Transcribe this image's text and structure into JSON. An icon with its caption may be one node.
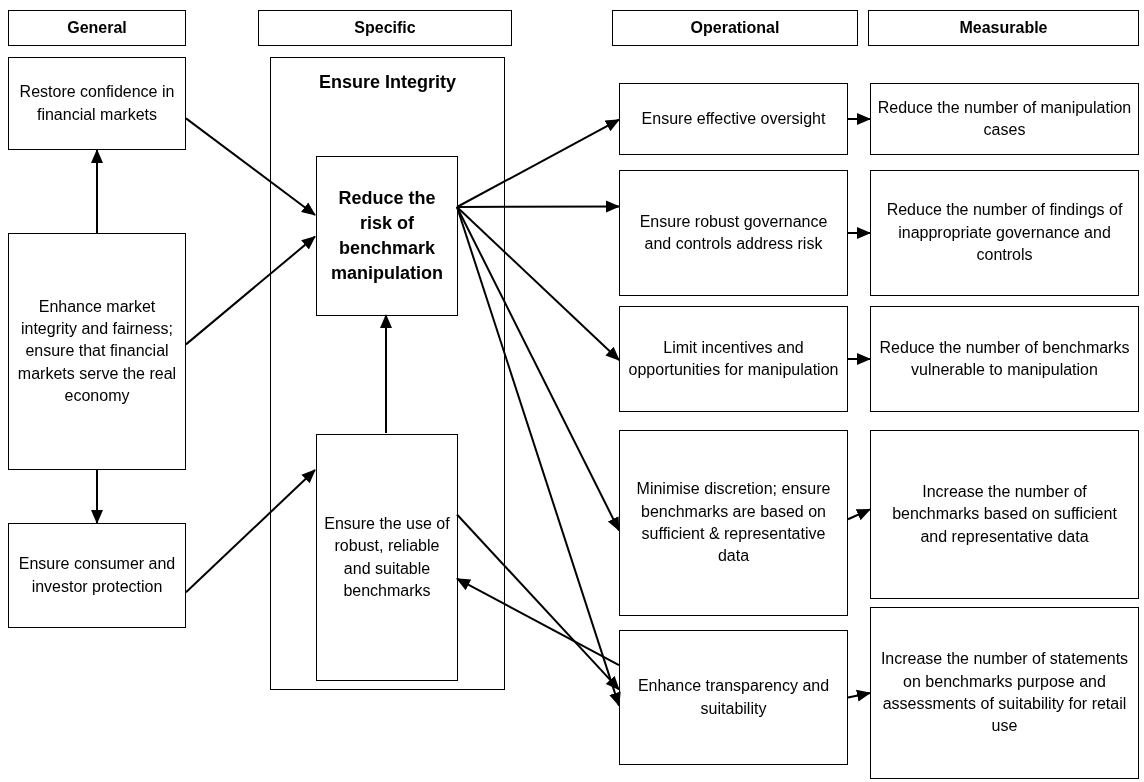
{
  "diagram": {
    "nodes": [
      {
        "text": [
          "General"
        ]
      },
      {
        "text": [
          "Specific"
        ]
      },
      {
        "text": [
          "Operational"
        ]
      },
      {
        "text": [
          "Measurable"
        ]
      },
      {
        "text": [
          "Restore confidence in financial markets"
        ]
      },
      {
        "text": [
          "Enhance market integrity and fairness; ensure that financial markets serve the real economy"
        ]
      },
      {
        "text": [
          "Ensure consumer and investor protection"
        ]
      },
      {
        "text": [
          "Ensure Integrity"
        ]
      },
      {
        "text": [
          "Reduce the risk of benchmark manipulation"
        ],
        "in": 7
      },
      {
        "text": [
          "Ensure the use of robust, reliable and suitable benchmarks"
        ],
        "in": 7
      },
      {
        "text": [
          "Ensure effective oversight"
        ]
      },
      {
        "text": [
          "Ensure robust governance and controls address risk"
        ]
      },
      {
        "text": [
          "Limit incentives and opportunities for manipulation"
        ]
      },
      {
        "text": [
          "Minimise discretion; ensure benchmarks are based on sufficient & representative data"
        ]
      },
      {
        "text": [
          "Enhance transparency and suitability"
        ]
      },
      {
        "text": [
          "Reduce the number of manipulation cases"
        ]
      },
      {
        "text": [
          "Reduce the number of findings of inappropriate governance and controls"
        ]
      },
      {
        "text": [
          "Reduce the number of benchmarks vulnerable to manipulation"
        ]
      },
      {
        "text": [
          "Increase the number of benchmarks based on sufficient and representative data"
        ]
      },
      {
        "text": [
          "Increase the number of statements on benchmarks purpose and assessments of suitability for retail use"
        ]
      }
    ],
    "edges": [
      {
        "from": 5,
        "to": 4,
        "arrow": "to"
      },
      {
        "from": 5,
        "to": 6,
        "arrow": "to"
      },
      {
        "from": 4,
        "to": 8,
        "arrow": "to"
      },
      {
        "from": 5,
        "to": 8,
        "arrow": "to"
      },
      {
        "from": 6,
        "to": 9,
        "arrow": "to"
      },
      {
        "from": 9,
        "to": 8,
        "arrow": "to"
      },
      {
        "from": 8,
        "to": 10,
        "arrow": "to"
      },
      {
        "from": 8,
        "to": 11,
        "arrow": "to"
      },
      {
        "from": 8,
        "to": 12,
        "arrow": "to"
      },
      {
        "from": 8,
        "to": 13,
        "arrow": "to"
      },
      {
        "from": 8,
        "to": 14,
        "arrow": "to"
      },
      {
        "from": 9,
        "to": 14,
        "arrow": "to"
      },
      {
        "from": 14,
        "to": 9,
        "arrow": "to"
      },
      {
        "from": 10,
        "to": 15,
        "arrow": "to"
      },
      {
        "from": 11,
        "to": 16,
        "arrow": "to"
      },
      {
        "from": 12,
        "to": 17,
        "arrow": "to"
      },
      {
        "from": 13,
        "to": 18,
        "arrow": "to"
      },
      {
        "from": 14,
        "to": 19,
        "arrow": "to"
      }
    ]
  }
}
